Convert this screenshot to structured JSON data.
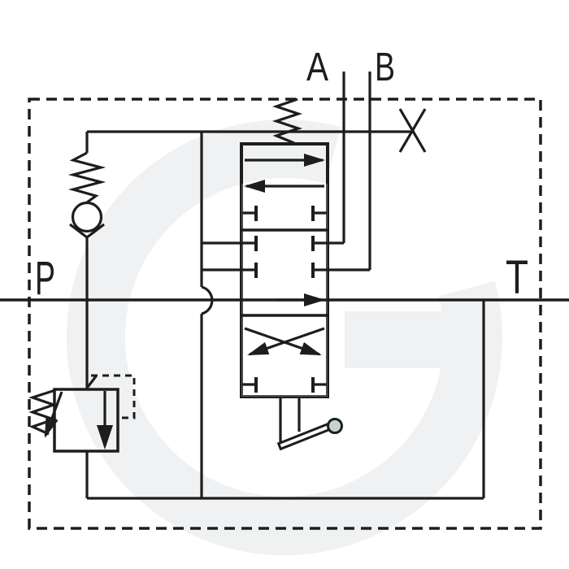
{
  "diagram": {
    "kind": "hydraulic-directional-control-valve-schematic",
    "port_labels": {
      "a": "A",
      "b": "B",
      "p": "P",
      "t": "T"
    },
    "watermark_letter": "G",
    "colors": {
      "line": "#1d1d1b",
      "spool_block_fill": "#8fafab",
      "component_fill": "#c7d3cd",
      "watermark": "#f0f1f2",
      "background": "#ffffff"
    }
  }
}
